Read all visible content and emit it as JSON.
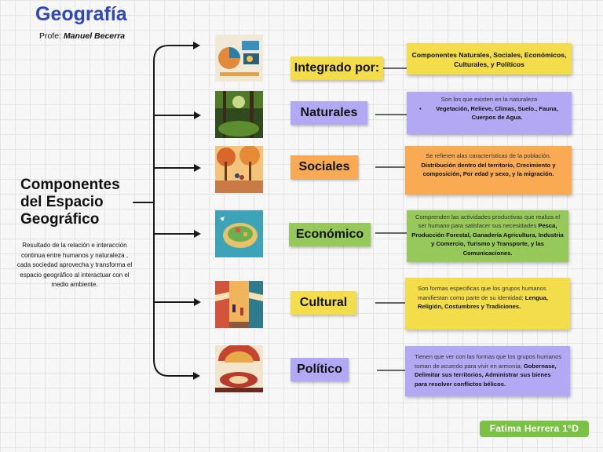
{
  "header": {
    "title": "Geografía",
    "teacher_prefix": "Profe:",
    "teacher_name": "Manuel Becerra"
  },
  "center": {
    "heading_line1": "Componentes",
    "heading_line2": "del Espacio",
    "heading_line3": "Geográfico",
    "description": "Resultado de la relación e interacción continua entre humanos y naturaleza , cada sociedad  aprovecha y transforma el espacio geográfico al interactuar con el medio ambiente."
  },
  "components": [
    {
      "label": "Integrado por:",
      "image": "geography-infographic-image",
      "note_lead": "",
      "note_bold": "Componentes Naturales, Sociales, Económicos, Culturales, y  Políticos"
    },
    {
      "label": "Naturales",
      "image": "forest-image",
      "note_lead": "Son los que existen  en la naturaleza",
      "note_bold": "Vegetación, Relieve, Climas, Suelo., Fauna, Cuerpos de Agua."
    },
    {
      "label": "Sociales",
      "image": "autumn-park-people-image",
      "note_lead": "Se refieren  alas características  de la población.",
      "note_bold": "Distribución  dentro del territorio, Crecimiento y composición, Por edad y sexo, y la migración."
    },
    {
      "label": "Económico",
      "image": "economic-island-map-image",
      "note_lead": "Comprenden las actividades  productivas que realiza el ser humano  para satisfacer sus necesidades",
      "note_bold": "Pesca, Producción Forestal, Ganadería Agricultura, Industria y Comercio, Turismo  y Transporte, y las Comunicaciones."
    },
    {
      "label": "Cultural",
      "image": "street-market-image",
      "note_lead": "Son formas especificas  que los grupos humanos manifiestan como parte de su identidad;",
      "note_bold": "Lengua, Religión, Costumbres  y Tradiciones."
    },
    {
      "label": "Político",
      "image": "parliament-chamber-image",
      "note_lead": "Tienen que ver con las formas que los grupos humanos toman de acuerdo  para vivir en armonía;",
      "note_bold": "Gobernase, Delimitar sus territorios, Administrar sus bienes para resolver conflictos bélicos."
    }
  ],
  "footer": {
    "author": "Fatima Herrera 1°D"
  },
  "colors": {
    "title": "#2f47b8",
    "yellow": "#f4dd4a",
    "purple": "#b3a8f3",
    "orange": "#f9aa52",
    "green": "#96c85a",
    "author_bg": "#7bc143"
  }
}
